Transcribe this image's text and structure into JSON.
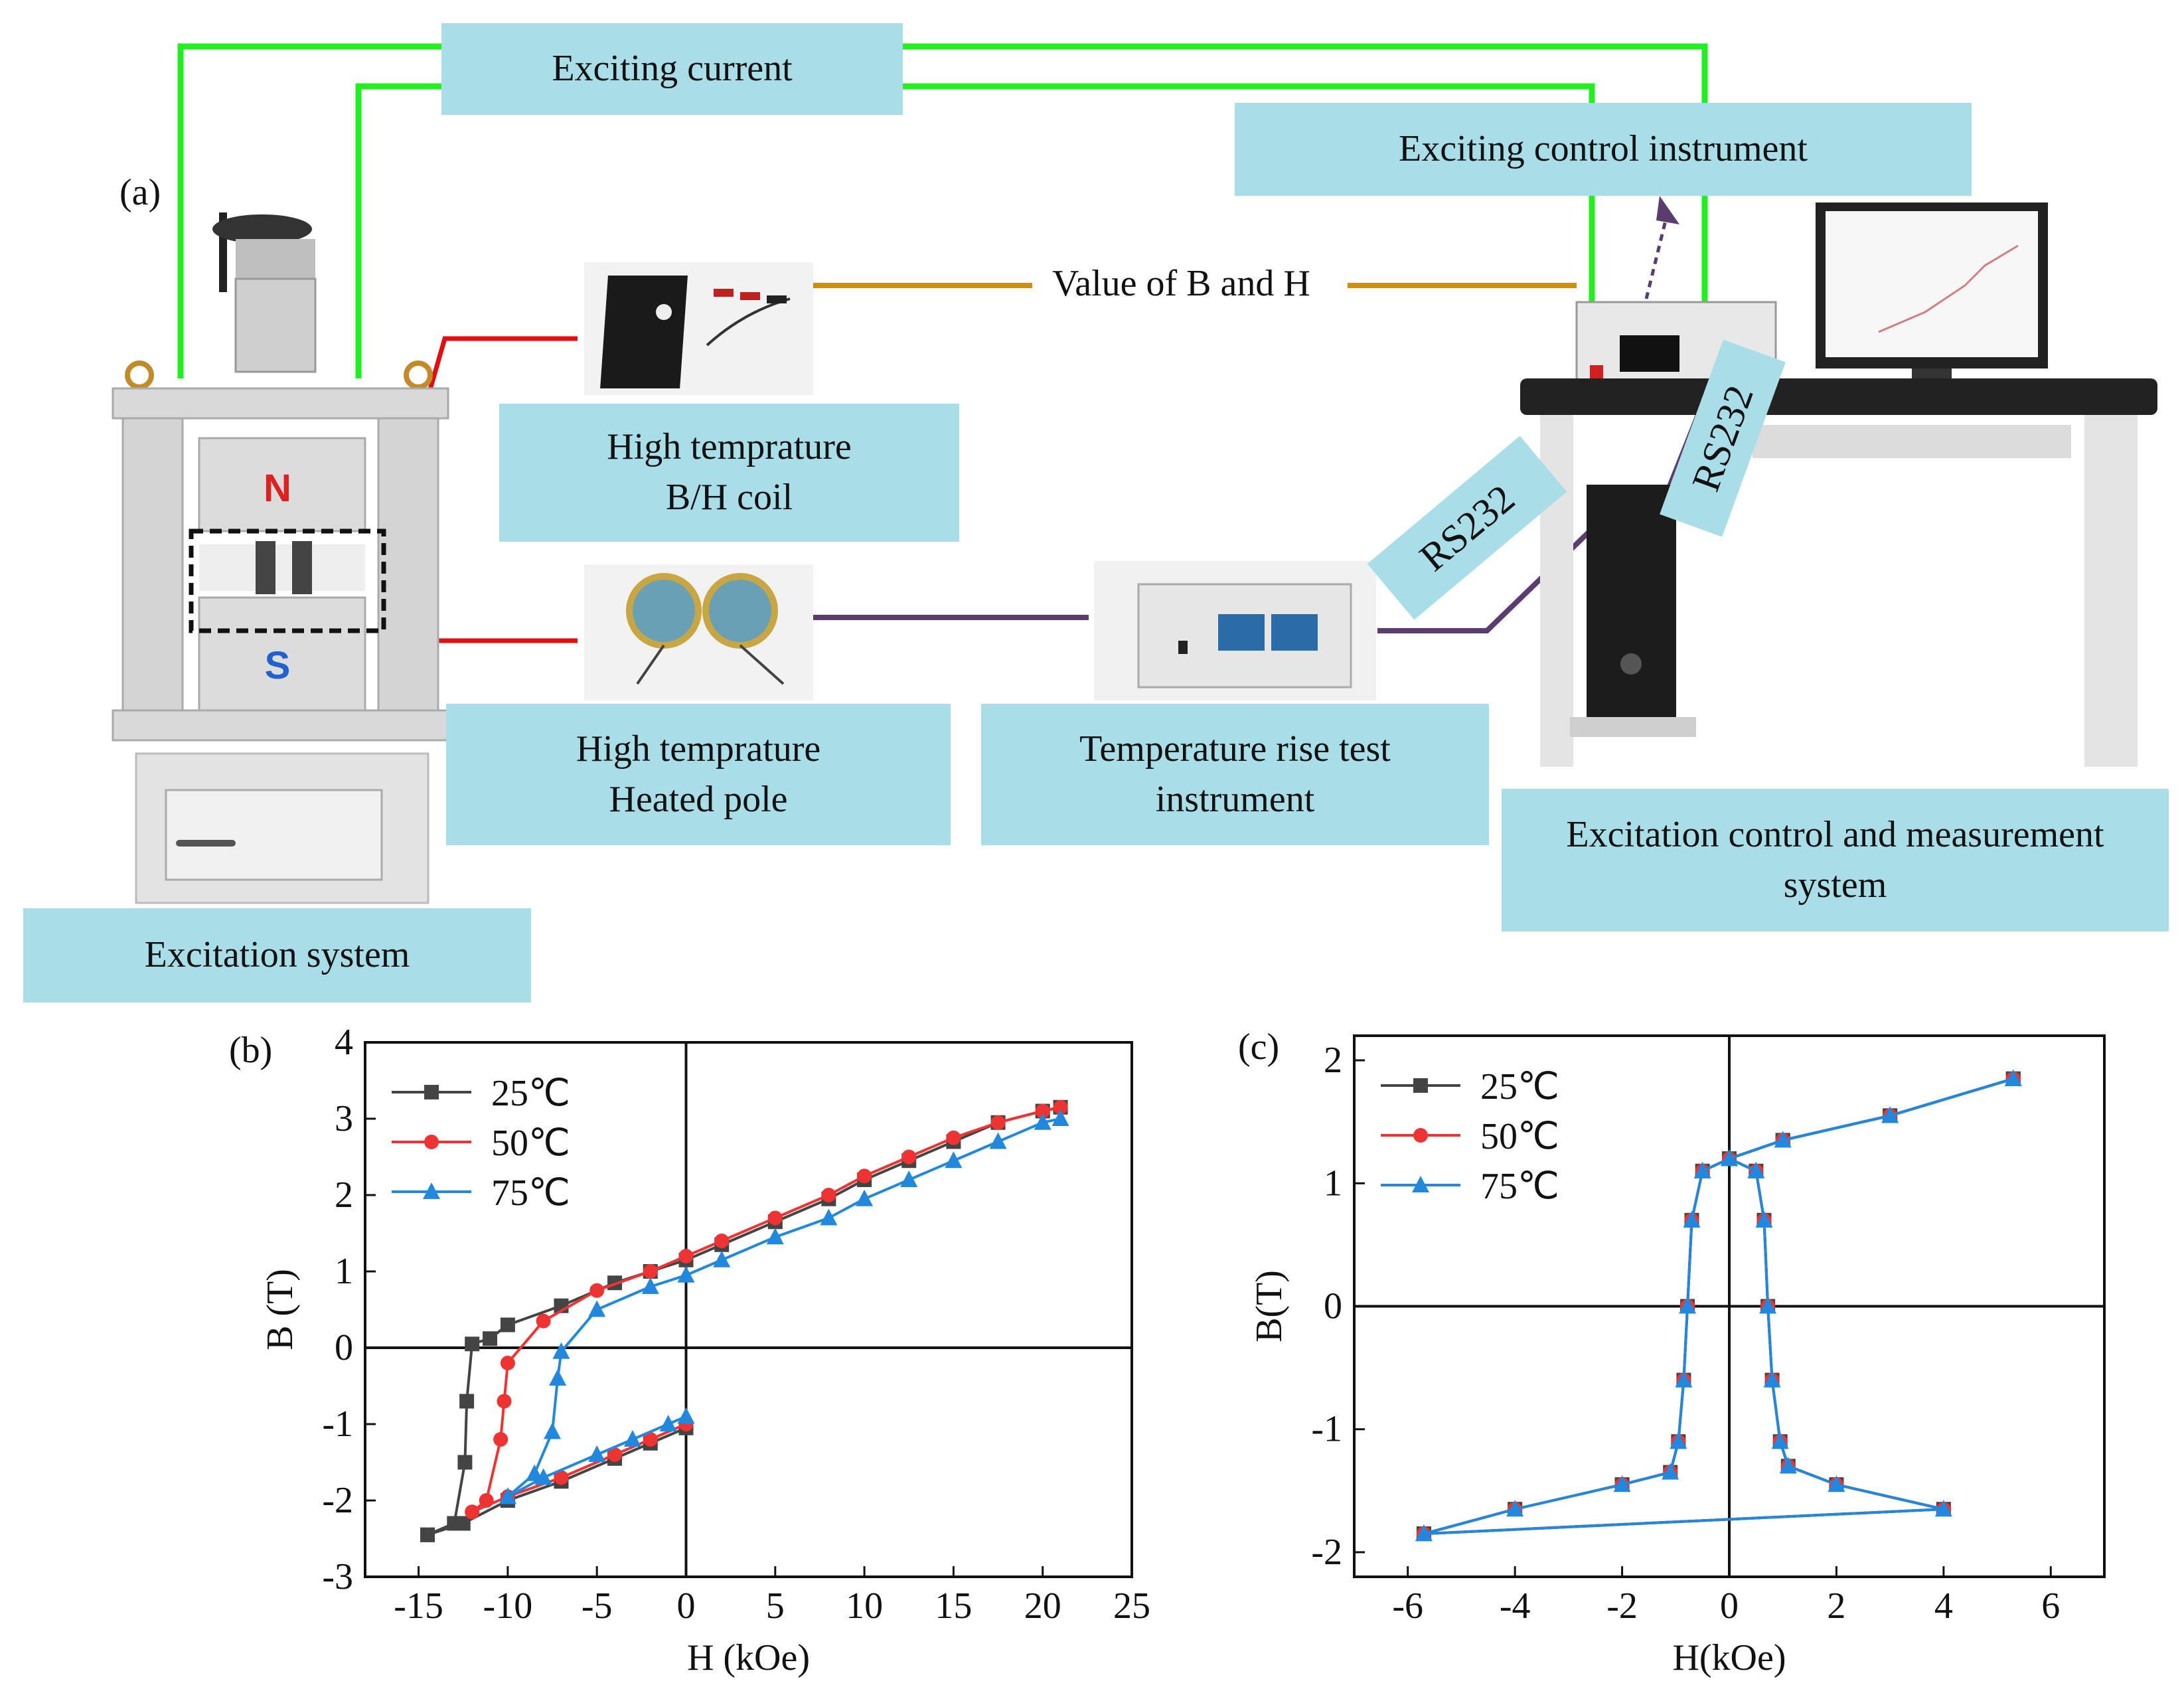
{
  "panel_a": {
    "panel_label": "(a)",
    "boxes": {
      "exciting_current": "Exciting current",
      "exciting_control": "Exciting control instrument",
      "bh_coil_line1": "High temprature",
      "bh_coil_line2": "B/H coil",
      "heated_pole_line1": "High temprature",
      "heated_pole_line2": "Heated pole",
      "temp_rise_line1": "Temperature rise test",
      "temp_rise_line2": "instrument",
      "measurement_line1": "Excitation control and measurement",
      "measurement_line2": "system",
      "excitation_system": "Excitation system",
      "rs232_a": "RS232",
      "rs232_b": "RS232"
    },
    "value_label": "Value of B and H",
    "magnet_n": "N",
    "magnet_s": "S",
    "colors": {
      "box_fill": "#a9dee8",
      "green_wire": "#22ee22",
      "red_wire": "#e01010",
      "orange_wire": "#cc9010",
      "purple_wire": "#5a3d6e"
    }
  },
  "chart_data": [
    {
      "panel_label": "(b)",
      "type": "line",
      "xlabel": "H (kOe)",
      "ylabel": "B (T)",
      "xlim": [
        -18,
        25
      ],
      "ylim": [
        -3,
        4
      ],
      "xticks": [
        -15,
        -10,
        -5,
        0,
        5,
        10,
        15,
        20,
        25
      ],
      "yticks": [
        -3,
        -2,
        -1,
        0,
        1,
        2,
        3,
        4
      ],
      "legend_position": "top-left",
      "series": [
        {
          "name": "25℃",
          "color": "#444444",
          "marker": "square",
          "x": [
            -14.5,
            -13,
            -12.4,
            -12.3,
            -12,
            -11,
            -10,
            -7,
            -4,
            -2,
            0,
            2,
            5,
            8,
            10,
            12.5,
            15,
            17.5,
            20,
            21,
            "",
            -14.5,
            -12.5,
            -10,
            -7,
            -4,
            -2,
            0
          ],
          "y": [
            -2.45,
            -2.3,
            -1.5,
            -0.7,
            0.05,
            0.12,
            0.3,
            0.55,
            0.85,
            1.0,
            1.15,
            1.35,
            1.65,
            1.95,
            2.2,
            2.45,
            2.7,
            2.95,
            3.1,
            3.15,
            "",
            -2.45,
            -2.3,
            -2.0,
            -1.75,
            -1.45,
            -1.25,
            -1.05
          ]
        },
        {
          "name": "50℃",
          "color": "#ee3333",
          "marker": "circle",
          "x": [
            -12,
            -11.2,
            -10.4,
            -10.2,
            -10,
            -8,
            -5,
            -2,
            0,
            2,
            5,
            8,
            10,
            12.5,
            15,
            17.5,
            20,
            21,
            "",
            -12,
            -10,
            -7,
            -4,
            -2,
            0
          ],
          "y": [
            -2.15,
            -2.0,
            -1.2,
            -0.7,
            -0.2,
            0.35,
            0.75,
            1.0,
            1.2,
            1.4,
            1.7,
            2.0,
            2.25,
            2.5,
            2.75,
            2.95,
            3.1,
            3.15,
            "",
            -2.15,
            -1.95,
            -1.7,
            -1.4,
            -1.2,
            -1.0
          ]
        },
        {
          "name": "75℃",
          "color": "#2288dd",
          "marker": "triangle",
          "x": [
            -10,
            -8.5,
            -7.5,
            -7.2,
            -7,
            -5,
            -2,
            0,
            2,
            5,
            8,
            10,
            12.5,
            15,
            17.5,
            20,
            21,
            "",
            -10,
            -8,
            -5,
            -3,
            -1,
            0
          ],
          "y": [
            -1.95,
            -1.65,
            -1.1,
            -0.4,
            -0.05,
            0.5,
            0.8,
            0.95,
            1.15,
            1.45,
            1.7,
            1.95,
            2.2,
            2.45,
            2.7,
            2.95,
            3.0,
            "",
            -1.95,
            -1.7,
            -1.4,
            -1.2,
            -1.0,
            -0.9
          ]
        }
      ]
    },
    {
      "panel_label": "(c)",
      "type": "line",
      "xlabel": "H(kOe)",
      "ylabel": "B(T)",
      "xlim": [
        -7,
        7
      ],
      "ylim": [
        -2.2,
        2.2
      ],
      "xticks": [
        -6,
        -4,
        -2,
        0,
        2,
        4,
        6
      ],
      "yticks": [
        -2,
        -1,
        0,
        1,
        2
      ],
      "legend_position": "top-left",
      "series": [
        {
          "name": "25℃",
          "color": "#444444",
          "marker": "square",
          "x": [
            -5.7,
            -4,
            -2,
            -1.1,
            -0.95,
            -0.85,
            -0.78,
            -0.7,
            -0.5,
            0,
            1,
            3,
            5.3,
            "",
            5.3,
            3,
            1,
            0,
            0.5,
            0.65,
            0.72,
            0.8,
            0.95,
            1.1,
            2,
            4,
            -5.7
          ],
          "y": [
            -1.85,
            -1.65,
            -1.45,
            -1.35,
            -1.1,
            -0.6,
            0.0,
            0.7,
            1.1,
            1.2,
            1.35,
            1.55,
            1.85,
            "",
            1.85,
            1.55,
            1.35,
            1.2,
            1.1,
            0.7,
            0.0,
            -0.6,
            -1.1,
            -1.3,
            -1.45,
            -1.65,
            -1.85
          ]
        },
        {
          "name": "50℃",
          "color": "#ee3333",
          "marker": "circle",
          "x": [
            -5.7,
            -4,
            -2,
            -1.1,
            -0.95,
            -0.85,
            -0.78,
            -0.7,
            -0.5,
            0,
            1,
            3,
            5.3,
            "",
            5.3,
            3,
            1,
            0,
            0.5,
            0.65,
            0.72,
            0.8,
            0.95,
            1.1,
            2,
            4,
            -5.7
          ],
          "y": [
            -1.85,
            -1.65,
            -1.45,
            -1.35,
            -1.1,
            -0.6,
            0.0,
            0.7,
            1.1,
            1.2,
            1.35,
            1.55,
            1.85,
            "",
            1.85,
            1.55,
            1.35,
            1.2,
            1.1,
            0.7,
            0.0,
            -0.6,
            -1.1,
            -1.3,
            -1.45,
            -1.65,
            -1.85
          ]
        },
        {
          "name": "75℃",
          "color": "#2288dd",
          "marker": "triangle",
          "x": [
            -5.7,
            -4,
            -2,
            -1.1,
            -0.95,
            -0.85,
            -0.78,
            -0.7,
            -0.5,
            0,
            1,
            3,
            5.3,
            "",
            5.3,
            3,
            1,
            0,
            0.5,
            0.65,
            0.72,
            0.8,
            0.95,
            1.1,
            2,
            4,
            -5.7
          ],
          "y": [
            -1.85,
            -1.65,
            -1.45,
            -1.35,
            -1.1,
            -0.6,
            0.0,
            0.7,
            1.1,
            1.2,
            1.35,
            1.55,
            1.85,
            "",
            1.85,
            1.55,
            1.35,
            1.2,
            1.1,
            0.7,
            0.0,
            -0.6,
            -1.1,
            -1.3,
            -1.45,
            -1.65,
            -1.85
          ]
        }
      ]
    }
  ]
}
